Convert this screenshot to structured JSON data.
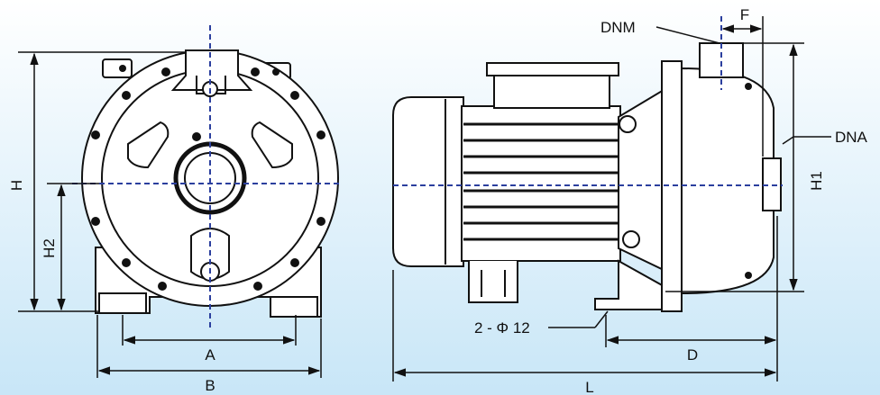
{
  "colors": {
    "background_top": "#ffffff",
    "background_bottom": "#c8e6f7",
    "line": "#111111",
    "centerline": "#2b3f9e",
    "body_fill": "#ffffff",
    "fin_gray": "#8a8a8a"
  },
  "labels": {
    "H": "H",
    "H2": "H2",
    "H1": "H1",
    "A": "A",
    "B": "B",
    "L": "L",
    "D": "D",
    "F": "F",
    "DNM": "DNM",
    "DNA": "DNA",
    "bolt": "2 - Φ 12"
  }
}
